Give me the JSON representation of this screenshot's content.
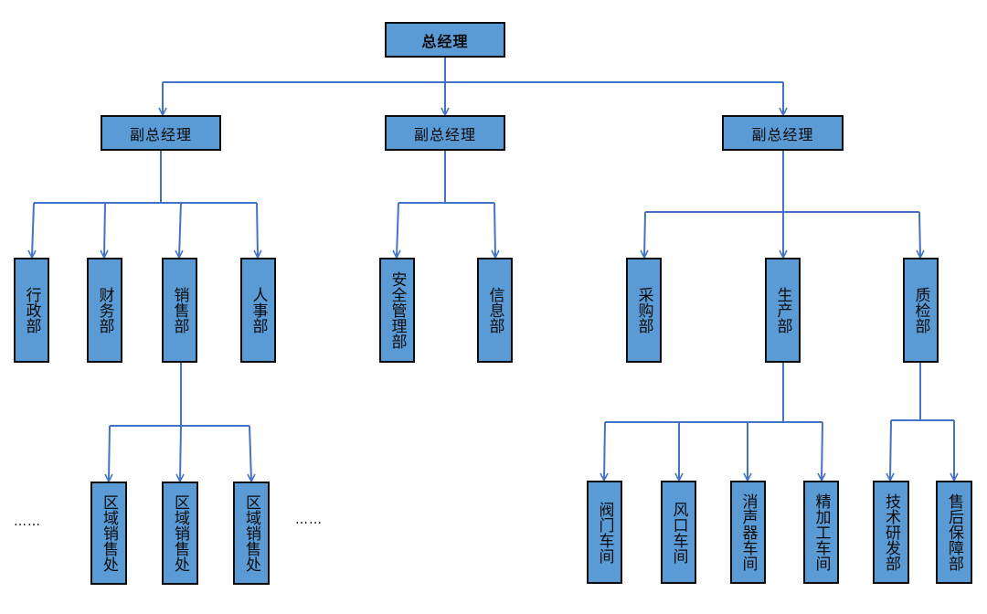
{
  "top": {
    "label": "总经理"
  },
  "vps": [
    {
      "label": "副总经理"
    },
    {
      "label": "副总经理"
    },
    {
      "label": "副总经理"
    }
  ],
  "departments": {
    "admin": "行政部",
    "finance": "财务部",
    "sales": "销售部",
    "hr": "人事部",
    "safety": "安全管理部",
    "info": "信息部",
    "purchasing": "采购部",
    "production": "生产部",
    "quality": "质检部"
  },
  "sales_regions": [
    "区域销售处",
    "区域销售处",
    "区域销售处"
  ],
  "workshops": {
    "valve": "阀门车间",
    "air_inlet": "风口车间",
    "muffler": "消声器车间",
    "finishing": "精加工车间"
  },
  "quality_units": {
    "tech_rd": "技术研发部",
    "after_sales": "售后保障部"
  },
  "ellipses": [
    "……",
    "……"
  ],
  "colors": {
    "box_fill": "#5b9bd5",
    "box_border": "#0b0b0b",
    "connector": "#4472c4"
  }
}
